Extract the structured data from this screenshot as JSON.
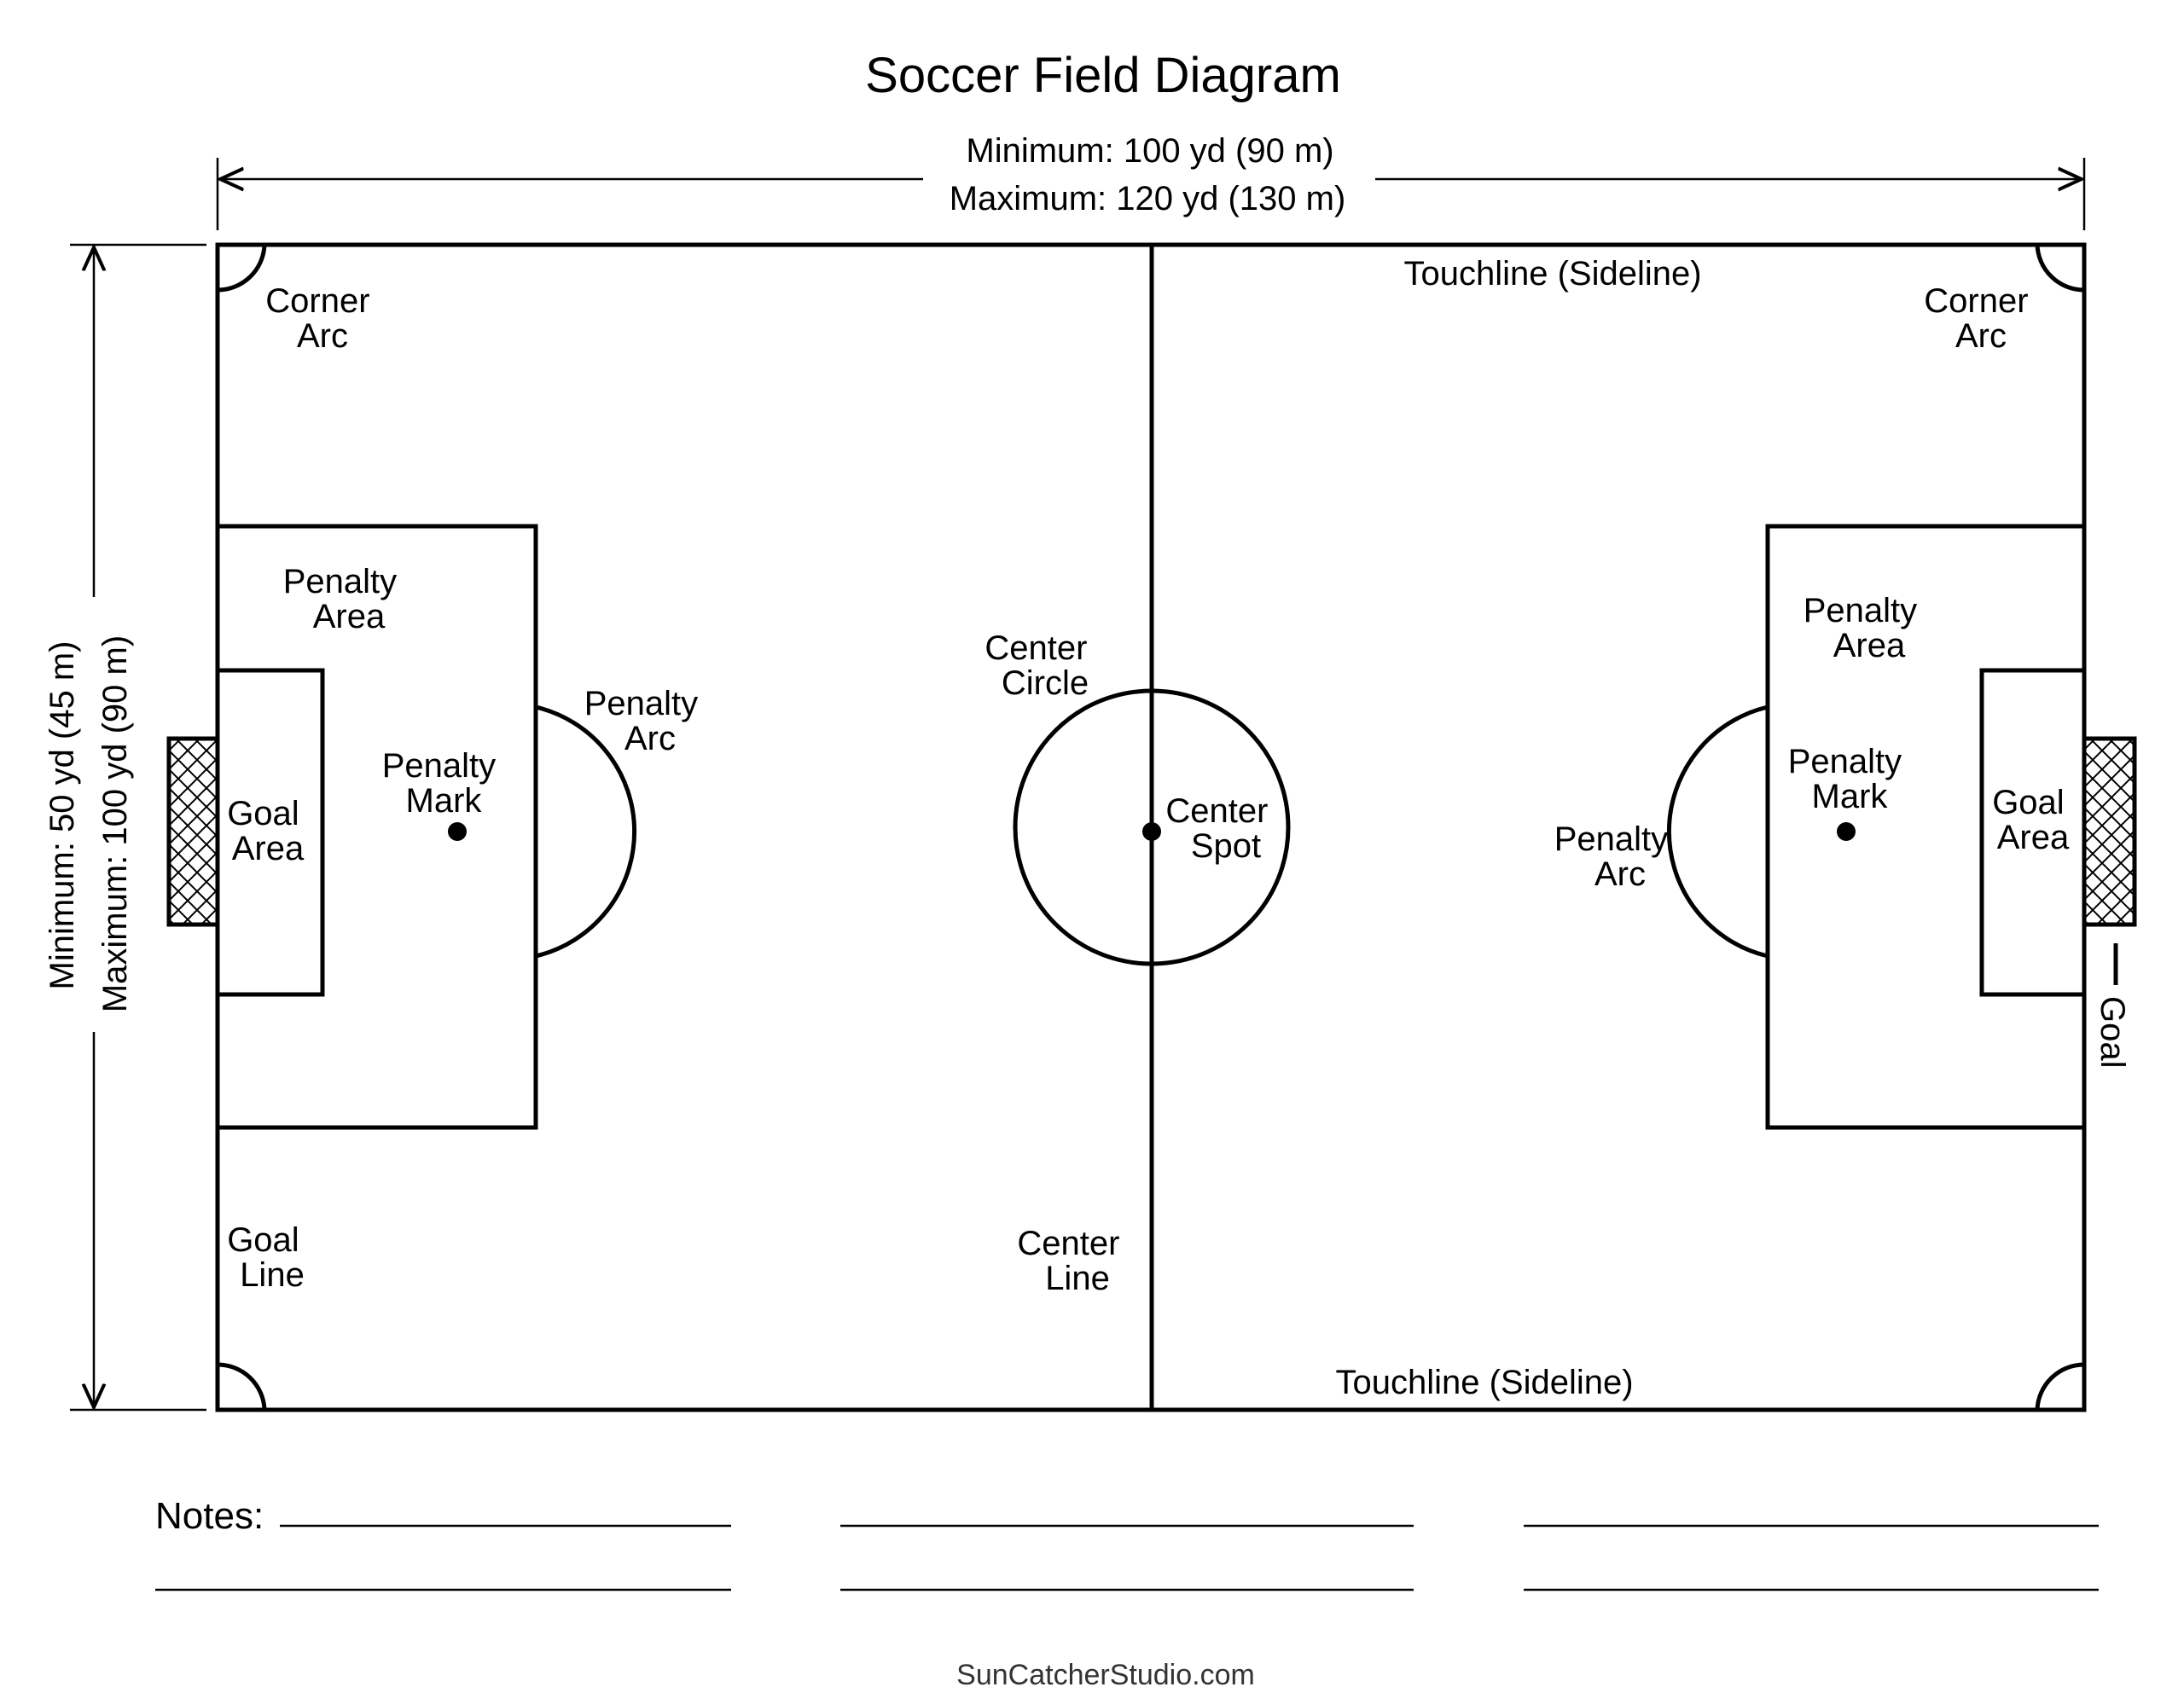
{
  "title": "Soccer Field Diagram",
  "length_dimension": {
    "minimum": "Minimum: 100 yd (90 m)",
    "maximum": "Maximum: 120 yd (130 m)"
  },
  "width_dimension": {
    "minimum": "Minimum: 50 yd (45 m)",
    "maximum": "Maximum: 100 yd (90 m)"
  },
  "labels": {
    "corner_arc_left": [
      "Corner",
      "Arc"
    ],
    "corner_arc_right": [
      "Corner",
      "Arc"
    ],
    "touchline_top": "Touchline (Sideline)",
    "touchline_bottom": "Touchline (Sideline)",
    "penalty_area_left": [
      "Penalty",
      "Area"
    ],
    "penalty_area_right": [
      "Penalty",
      "Area"
    ],
    "penalty_arc_left": [
      "Penalty",
      "Arc"
    ],
    "penalty_arc_right": [
      "Penalty",
      "Arc"
    ],
    "penalty_mark_left": [
      "Penalty",
      "Mark"
    ],
    "penalty_mark_right": [
      "Penalty",
      "Mark"
    ],
    "goal_area_left": [
      "Goal",
      "Area"
    ],
    "goal_area_right": [
      "Goal",
      "Area"
    ],
    "center_circle": [
      "Center",
      "Circle"
    ],
    "center_spot": [
      "Center",
      "Spot"
    ],
    "goal_line": [
      "Goal",
      "Line"
    ],
    "center_line": [
      "Center",
      "Line"
    ],
    "goal": "Goal"
  },
  "notes_label": "Notes:",
  "credit": "SunCatcherStudio.com"
}
